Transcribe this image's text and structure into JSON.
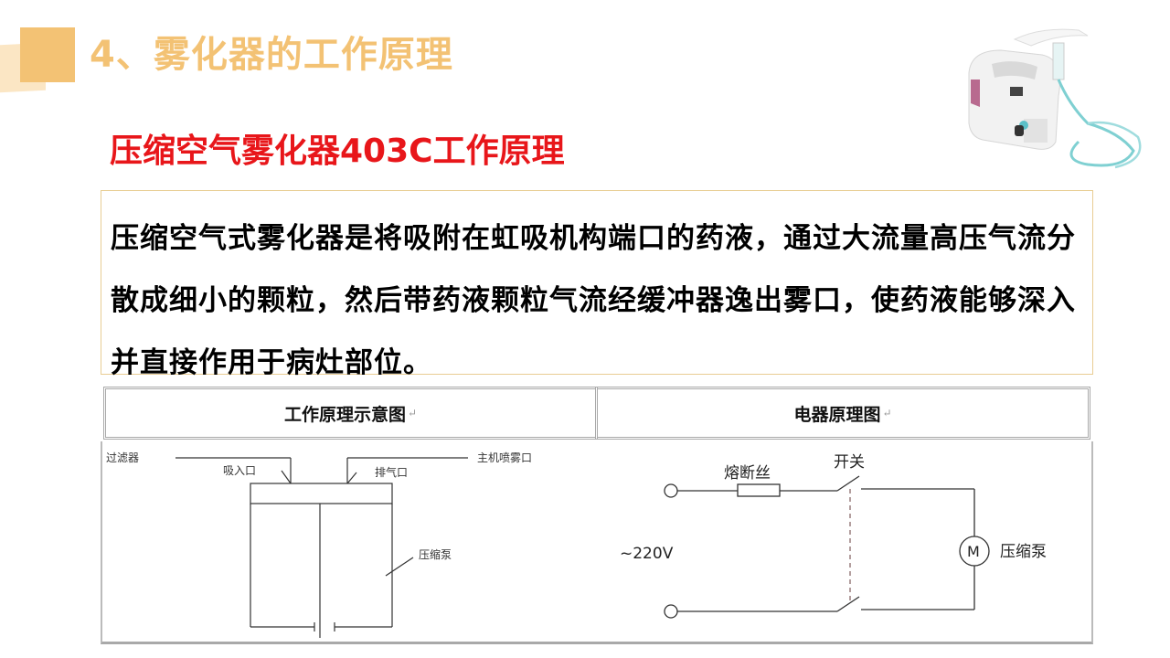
{
  "slide": {
    "section_title": "4、雾化器的工作原理",
    "subtitle": "压缩空气雾化器403C工作原理",
    "description": "压缩空气式雾化器是将吸附在虹吸机构端口的药液，通过大流量高压气流分散成细小的颗粒，然后带药液颗粒气流经缓冲器逸出雾口，使药液能够深入并直接作用于病灶部位。",
    "colors": {
      "title": "#f3c274",
      "subtitle": "#e8161a",
      "box_border": "#e8cd93"
    }
  },
  "table": {
    "headers": [
      {
        "label": "工作原理示意图",
        "mark": "↵"
      },
      {
        "label": "电器原理图",
        "mark": "↵"
      }
    ],
    "working_diagram": {
      "labels": {
        "filter": "过滤器",
        "inlet": "吸入口",
        "exhaust": "排气口",
        "nozzle": "主机喷雾口",
        "pump": "压缩泵"
      }
    },
    "circuit_diagram": {
      "labels": {
        "fuse": "熔断丝",
        "switch": "开关",
        "voltage": "~220V",
        "motor_symbol": "M",
        "pump": "压缩泵"
      }
    }
  }
}
